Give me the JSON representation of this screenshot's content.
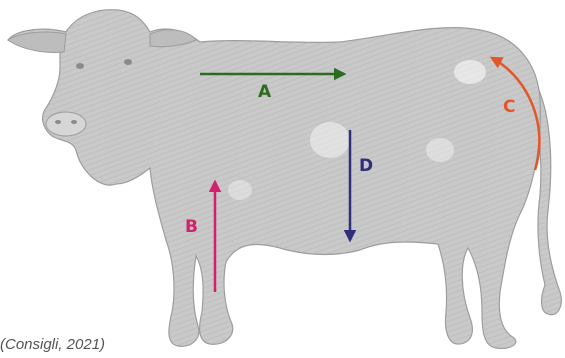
{
  "caption": "(Consigli, 2021)",
  "labels": {
    "a": "A",
    "b": "B",
    "c": "C",
    "d": "D"
  },
  "colors": {
    "background": "#ffffff",
    "cow_fill": "#c9c9c9",
    "cow_stroke": "#9c9c9c",
    "hatch": "#b5b5b5",
    "caption": "#555555",
    "arrow_a": "#2e6a1f",
    "arrow_b": "#d0226a",
    "arrow_c": "#e2572a",
    "arrow_d": "#2f2f7a"
  },
  "icons": {
    "main_figure": "cow-illustration",
    "arrows": "arrow-icon"
  }
}
